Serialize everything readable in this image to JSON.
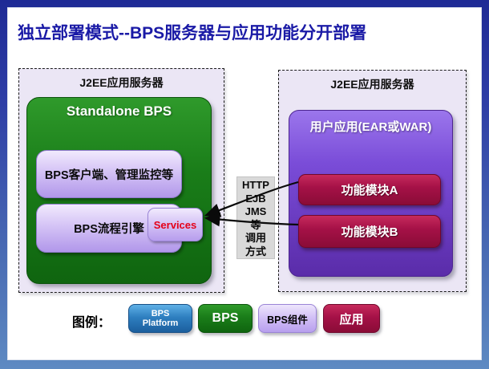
{
  "slide": {
    "title": "独立部署模式--BPS服务器与应用功能分开部署"
  },
  "left_server": {
    "header": "J2EE应用服务器",
    "container_title": "Standalone BPS",
    "client_box_label": "BPS客户端、管理监控等",
    "engine_box_label": "BPS流程引擎",
    "services_label": "Services"
  },
  "connector": {
    "protocol_lines": [
      "HTTP",
      "EJB",
      "JMS",
      "等",
      "调用",
      "方式"
    ]
  },
  "right_server": {
    "header": "J2EE应用服务器",
    "container_title": "用户应用(EAR或WAR)",
    "module_a_label": "功能模块A",
    "module_b_label": "功能模块B"
  },
  "legend": {
    "label": "图例：",
    "platform": {
      "line1": "BPS",
      "line2": "Platform"
    },
    "bps": "BPS",
    "component": "BPS组件",
    "application": "应用"
  },
  "colors": {
    "title_text": "#1a1aa6",
    "frame_top": "#1e2a95",
    "frame_bottom": "#5e8ac2",
    "server_box_bg": "#ebe6f5",
    "bps_green": "#1a7d19",
    "component_lavender": "#c9b4f2",
    "app_purple": "#6a3cc8",
    "module_red": "#a51147",
    "services_text": "#e50019",
    "connector_bg": "#d9d9d9",
    "platform_blue": "#2e7fc0"
  }
}
